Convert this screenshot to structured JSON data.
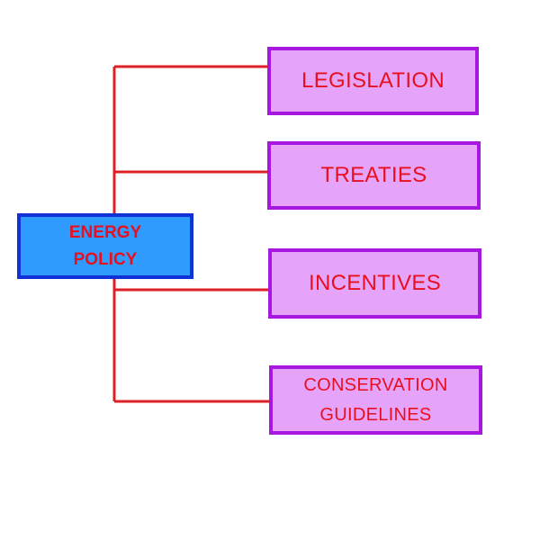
{
  "diagram": {
    "root": {
      "lines": [
        "ENERGY",
        "POLICY"
      ]
    },
    "children": [
      {
        "lines": [
          "LEGISLATION"
        ]
      },
      {
        "lines": [
          "TREATIES"
        ]
      },
      {
        "lines": [
          "INCENTIVES"
        ]
      },
      {
        "lines": [
          "CONSERVATION",
          "GUIDELINES"
        ]
      }
    ],
    "colors": {
      "connector": "#dd1f26",
      "text": "#e8101e",
      "root_fill": "#2f9bff",
      "root_border": "#1030d8",
      "child_fill": "#e6a3fa",
      "child_border": "#a817e0"
    }
  }
}
